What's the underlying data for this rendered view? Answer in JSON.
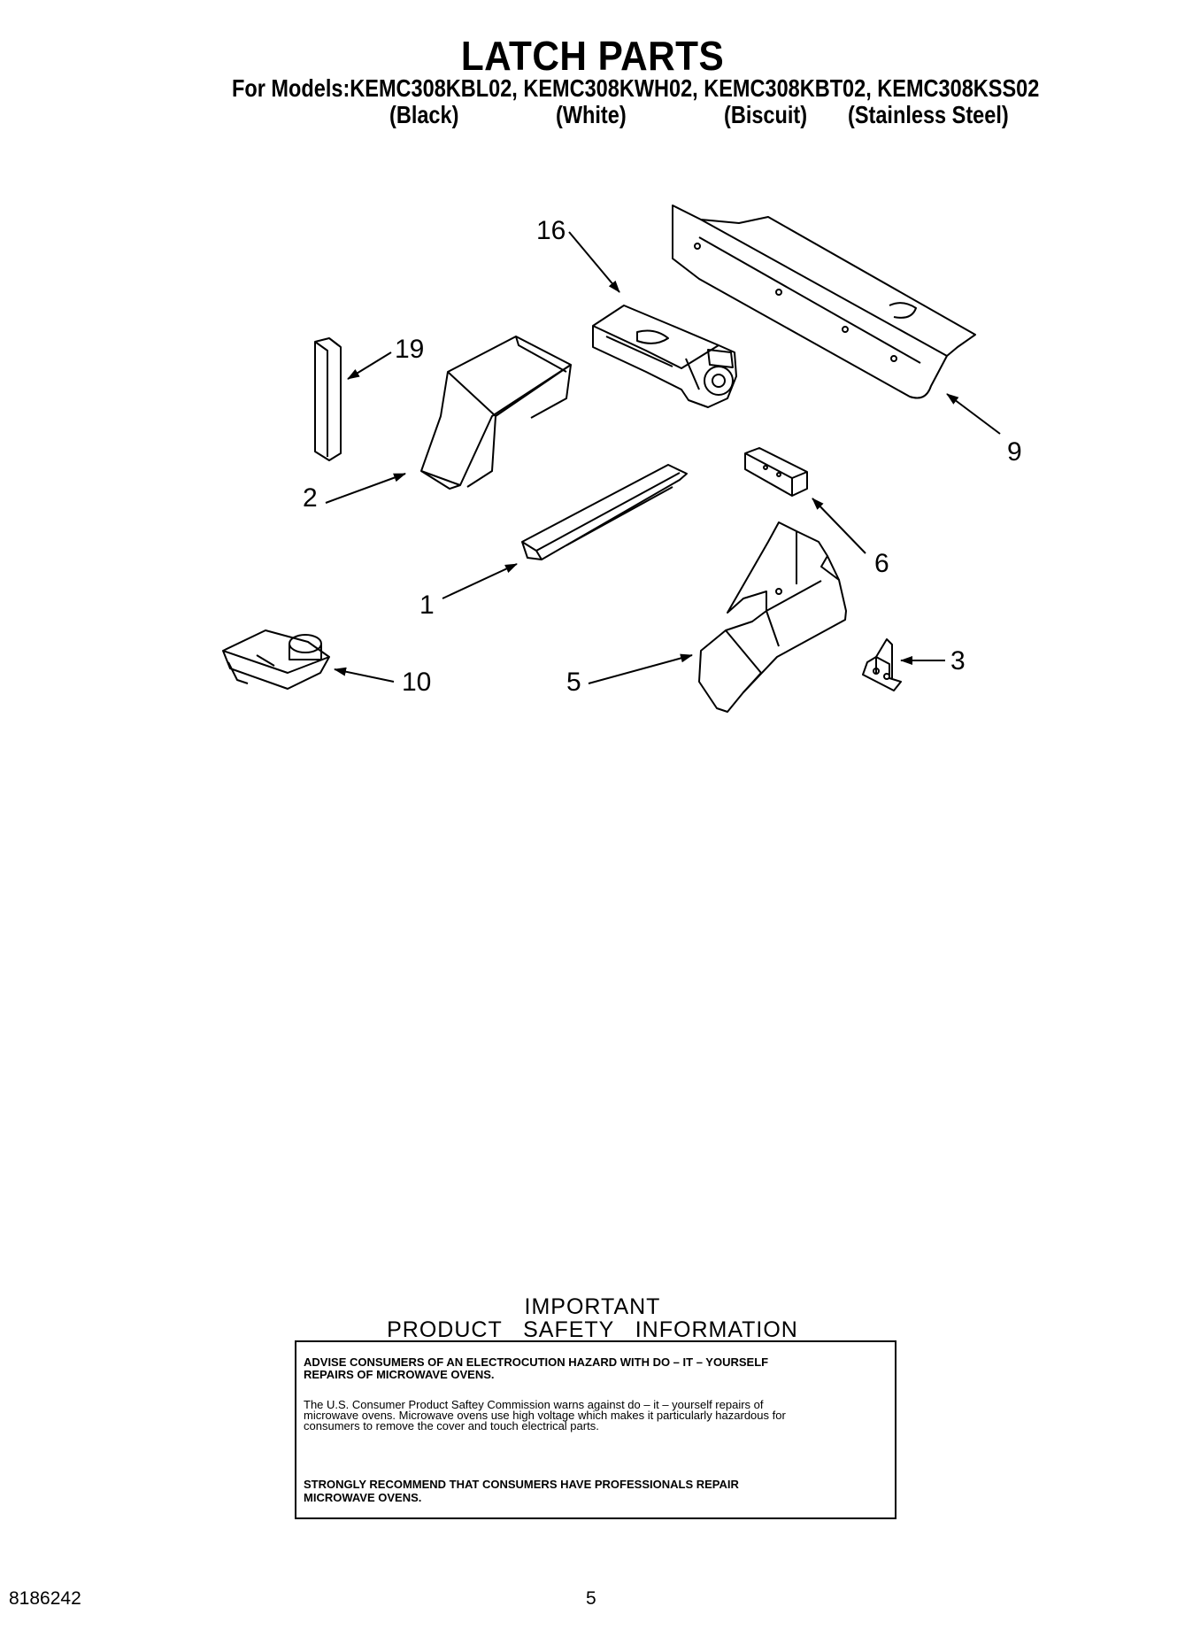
{
  "header": {
    "title": "LATCH PARTS",
    "models_line": "For Models:KEMC308KBL02, KEMC308KWH02, KEMC308KBT02, KEMC308KSS02",
    "colors": [
      "(Black)",
      "(White)",
      "(Biscuit)",
      "(Stainless Steel)"
    ]
  },
  "diagram": {
    "callouts": [
      "16",
      "19",
      "2",
      "9",
      "6",
      "1",
      "10",
      "5",
      "3"
    ]
  },
  "safety": {
    "heading_1": "IMPORTANT",
    "heading_2": "PRODUCT   SAFETY   INFORMATION",
    "advise_1": "ADVISE CONSUMERS OF AN ELECTROCUTION HAZARD WITH DO – IT – YOURSELF",
    "advise_2": "REPAIRS OF MICROWAVE OVENS.",
    "body_1": "The U.S. Consumer Product Saftey Commission warns against do – it – yourself repairs of",
    "body_2": "microwave ovens. Microwave ovens use high voltage which makes it particularly hazardous for",
    "body_3": "consumers to remove the cover and touch electrical parts.",
    "recommend_1": "STRONGLY RECOMMEND THAT CONSUMERS HAVE PROFESSIONALS REPAIR",
    "recommend_2": "MICROWAVE OVENS."
  },
  "footer": {
    "doc_number": "8186242",
    "page_number": "5"
  }
}
